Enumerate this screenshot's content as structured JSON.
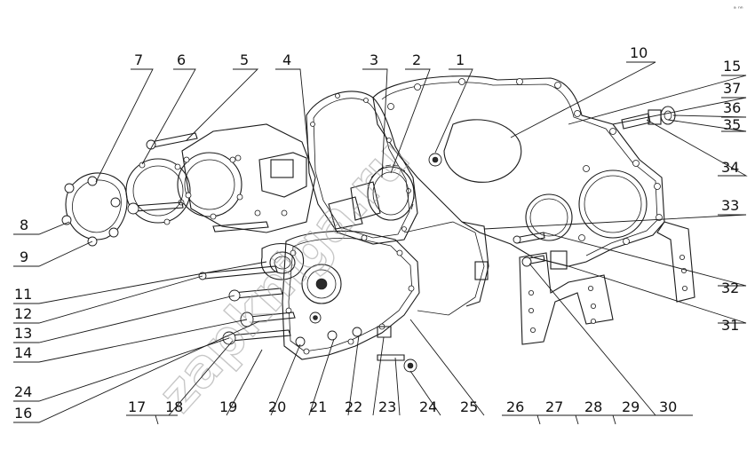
{
  "watermark": "zapkniga.ru",
  "corner_mark": "ᵃ ⁿⁿ",
  "callouts": {
    "c1": "1",
    "c2": "2",
    "c3": "3",
    "c4": "4",
    "c5": "5",
    "c6": "6",
    "c7": "7",
    "c8": "8",
    "c9": "9",
    "c10": "10",
    "c11": "11",
    "c12": "12",
    "c13": "13",
    "c14": "14",
    "c15": "15",
    "c16": "16",
    "c17": "17",
    "c18": "18",
    "c19": "19",
    "c20": "20",
    "c21": "21",
    "c22": "22",
    "c23": "23",
    "c24a": "24",
    "c24b": "24",
    "c25": "25",
    "c26": "26",
    "c27": "27",
    "c28": "28",
    "c29": "29",
    "c30": "30",
    "c31": "31",
    "c32": "32",
    "c33": "33",
    "c34": "34",
    "c35": "35",
    "c36": "36",
    "c37": "37"
  }
}
